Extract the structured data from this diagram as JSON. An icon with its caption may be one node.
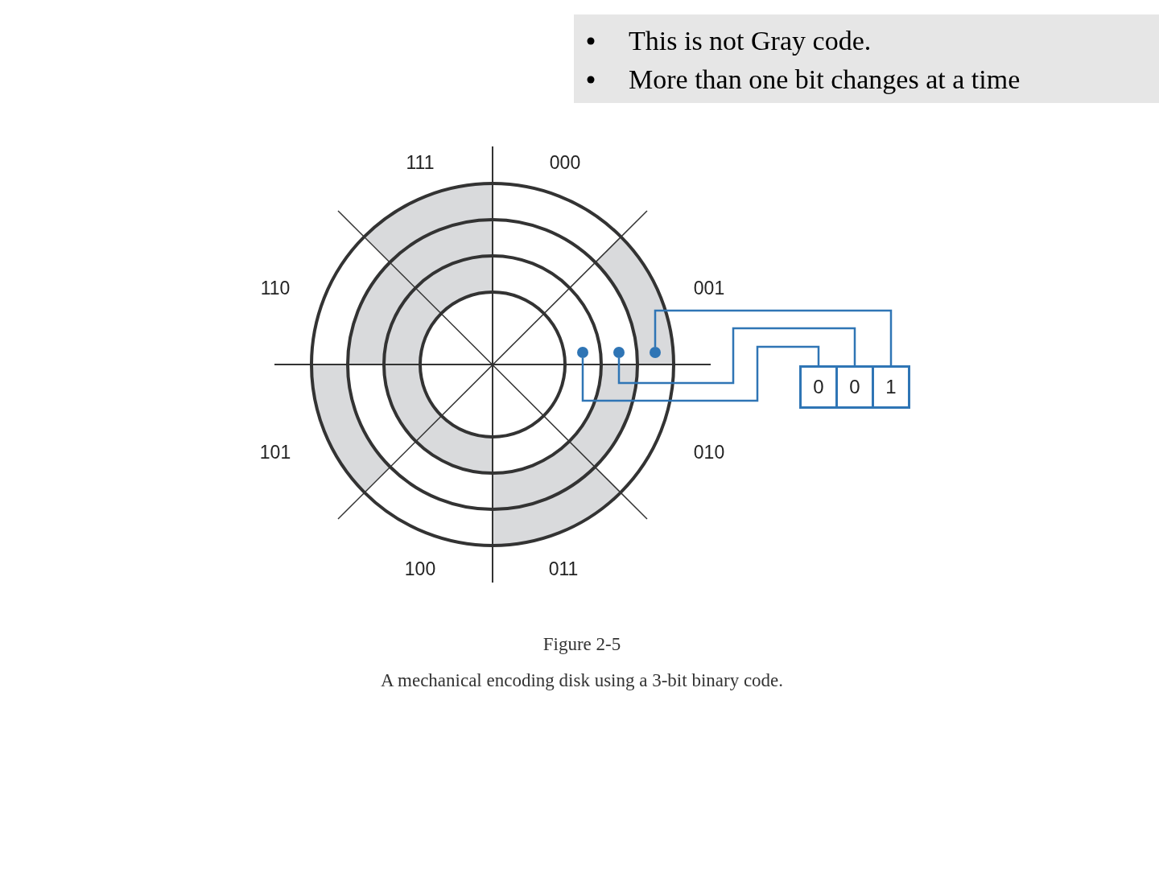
{
  "diagram": {
    "title": "Figure 2-5",
    "caption": "A mechanical encoding disk using a 3-bit binary code.",
    "nodes": [
      {
        "text": [
          "This is not Gray code.",
          "More than one bit changes at  a time"
        ]
      },
      {
        "text": [],
        "shape": "circle"
      },
      {
        "text": [],
        "shape": "circle"
      },
      {
        "text": [],
        "shape": "circle"
      },
      {
        "text": [
          "0"
        ]
      },
      {
        "text": [
          "0"
        ]
      },
      {
        "text": [
          "1"
        ]
      }
    ],
    "edges": [
      {
        "from": 1,
        "to": 4,
        "arrow": "none"
      },
      {
        "from": 2,
        "to": 5,
        "arrow": "none"
      },
      {
        "from": 3,
        "to": 6,
        "arrow": "none"
      }
    ],
    "labels": [
      "111",
      "000",
      "110",
      "001",
      "101",
      "010",
      "100",
      "011"
    ]
  }
}
